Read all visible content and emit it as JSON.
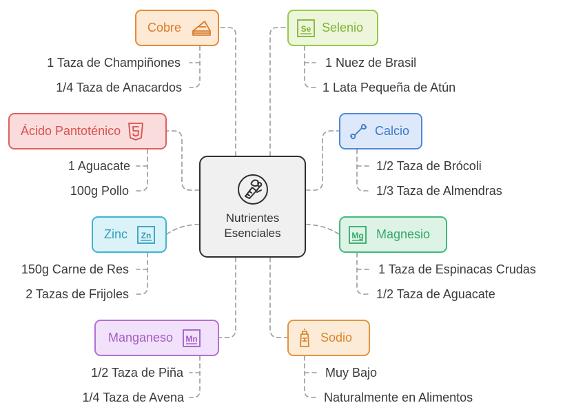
{
  "center": {
    "line1": "Nutrientes",
    "line2": "Esenciales",
    "icon": "vegetables-icon",
    "border_color": "#2f2f2f",
    "fill_color": "#f0f0f0"
  },
  "nodes": {
    "cobre": {
      "label": "Cobre",
      "icon": "cheese-wedge-icon",
      "border_color": "#e58a3a",
      "fill_color": "#fde9d4",
      "text_color": "#d97a2b",
      "items": [
        "1 Taza de Champiñones",
        "1/4 Taza de Anacardos"
      ]
    },
    "selenio": {
      "label": "Selenio",
      "icon": "selenium-element-icon",
      "icon_text": "Se",
      "border_color": "#96c94a",
      "fill_color": "#edf6da",
      "text_color": "#7fb336",
      "items": [
        "1 Nuez de Brasil",
        "1 Lata Pequeña de Atún"
      ]
    },
    "acido": {
      "label": "Ácido Pantoténico",
      "icon": "html5-shield-icon",
      "border_color": "#e0605f",
      "fill_color": "#fbdcdc",
      "text_color": "#d9504f",
      "items": [
        "1 Aguacate",
        "100g Pollo"
      ]
    },
    "calcio": {
      "label": "Calcio",
      "icon": "bone-icon",
      "border_color": "#4f88d8",
      "fill_color": "#dde9fa",
      "text_color": "#3f78c9",
      "items": [
        "1/2 Taza de Brócoli",
        "1/3 Taza de Almendras"
      ]
    },
    "zinc": {
      "label": "Zinc",
      "icon": "zinc-element-icon",
      "icon_text": "Zn",
      "border_color": "#3fb3d1",
      "fill_color": "#dbf2f9",
      "text_color": "#2f9fbd",
      "items": [
        "150g Carne de Res",
        "2 Tazas de Frijoles"
      ]
    },
    "magnesio": {
      "label": "Magnesio",
      "icon": "magnesium-element-icon",
      "icon_text": "Mg",
      "border_color": "#45b87a",
      "fill_color": "#dcf3e6",
      "text_color": "#35a86a",
      "items": [
        "1 Taza de Espinacas Crudas",
        "1/2 Taza de Aguacate"
      ]
    },
    "manganeso": {
      "label": "Manganeso",
      "icon": "manganese-element-icon",
      "icon_text": "Mn",
      "border_color": "#b46fd3",
      "fill_color": "#f2e1fa",
      "text_color": "#a05fc2",
      "items": [
        "1/2 Taza de Piña",
        "1/4 Taza de Avena"
      ]
    },
    "sodio": {
      "label": "Sodio",
      "icon": "salt-shaker-icon",
      "border_color": "#e0953e",
      "fill_color": "#fcebd6",
      "text_color": "#d9862e",
      "items": [
        "Muy Bajo",
        "Naturalmente en Alimentos"
      ]
    }
  }
}
